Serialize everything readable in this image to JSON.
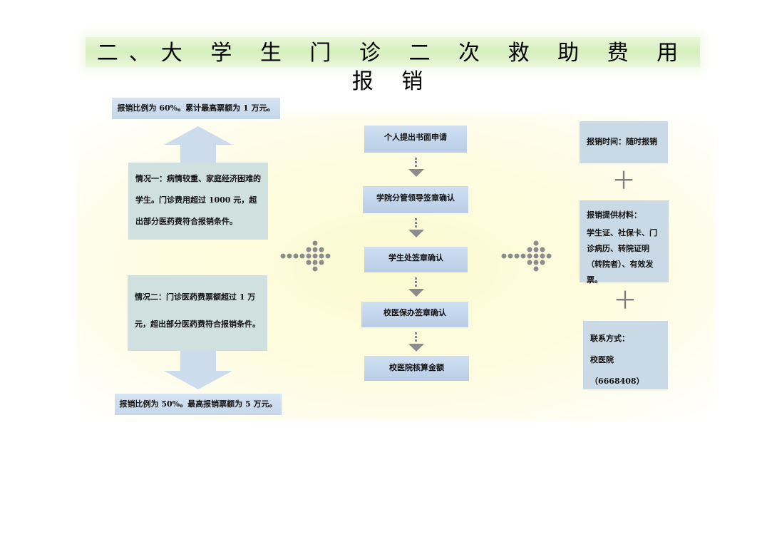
{
  "title": "二、大 学 生 门 诊 二 次 救 助 费 用 报 销",
  "left": {
    "top_note": "报销比例为 60%。累计最高票额为 1 万元。",
    "case1": "情况一：病情较重、家庭经济困难的学生。门诊费用超过 1000 元，超出部分医药费符合报销条件。",
    "case2": "情况二：门诊医药费票额超过 1 万元，超出部分医药费符合报销条件。",
    "bottom_note": "报销比例为 50%。最高报销票额为 5 万元。"
  },
  "steps": [
    "个人提出书面申请",
    "学院分管领导签章确认",
    "学生处签章确认",
    "校医保办签章确认",
    "校医院核算金额"
  ],
  "right": {
    "time": "报销时间：随时报销",
    "materials_label": "报销提供材料：",
    "materials": "学生证、社保卡、门诊病历、转院证明（转院者）、有效发票。",
    "contact_label": "联系方式：",
    "contact": "校医院（6668408）",
    "plus_symbol": "＋"
  },
  "colors": {
    "title_band": "#d6efbd",
    "note_box": "#c5d7ea",
    "case_box": "#cfe0df",
    "step_box": "#b8cde6",
    "arrow": "#ccdcec",
    "dots": "#8c8c8c"
  }
}
